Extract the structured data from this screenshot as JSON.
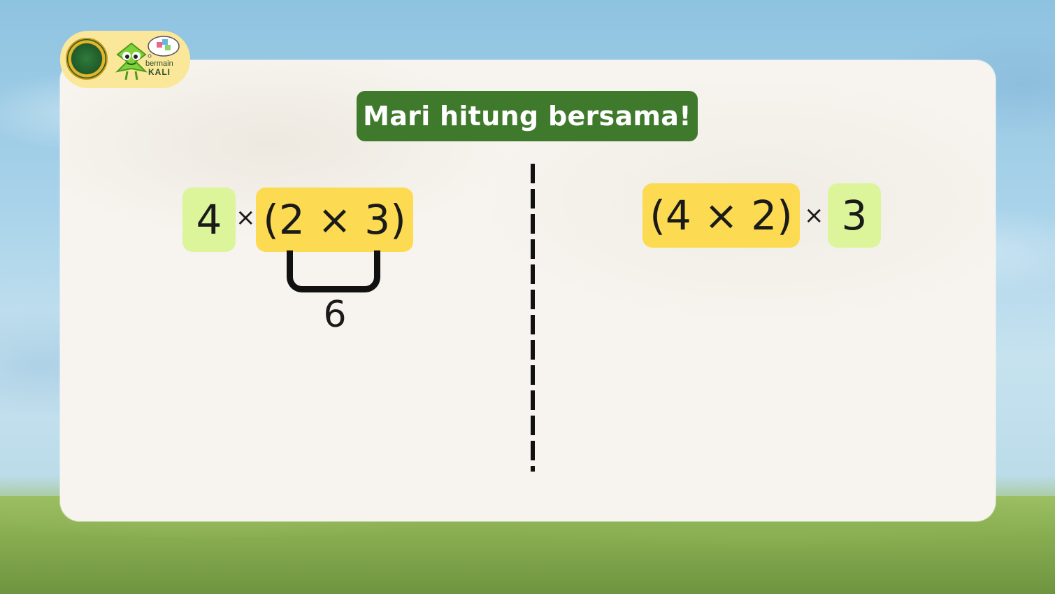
{
  "branding": {
    "line1": "bermain",
    "line2": "KALI"
  },
  "title": "Mari hitung bersama!",
  "left_expression": {
    "single": "4",
    "times": "×",
    "group": "(2 × 3)",
    "group_result": "6"
  },
  "right_expression": {
    "group": "(4 × 2)",
    "times": "×",
    "single": "3"
  },
  "colors": {
    "title_bg": "#3f7a2c",
    "group_bg": "#fcdb52",
    "single_bg": "#dcf59a"
  },
  "icons": [
    "university-emblem-icon",
    "mascot-icon",
    "thought-cloud-icon"
  ]
}
